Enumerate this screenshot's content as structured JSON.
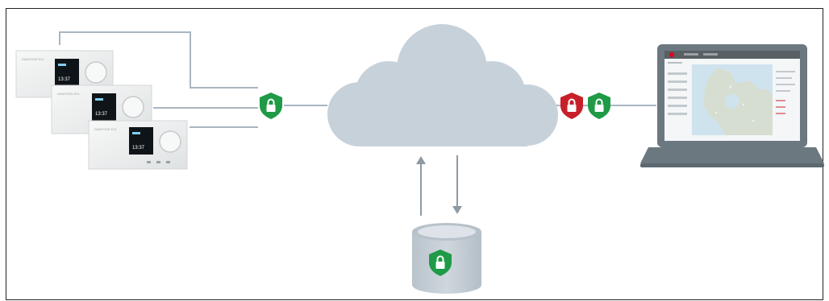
{
  "colors": {
    "frame": "#222222",
    "line": "#a9b6c1",
    "cloud": "#c7d1da",
    "cylinder": "#c3ccd4",
    "cylinder_top": "#dde3e8",
    "shield_green": "#1f9a46",
    "shield_red": "#c8202b",
    "device_body": "#f1f2f2",
    "device_face": "#e4e6e7",
    "device_screen": "#0f1418",
    "laptop_body": "#6b7880",
    "laptop_screen_bg": "#f4f6f7",
    "laptop_header": "#5a5f63",
    "map_water": "#cfe3ee",
    "map_land": "#d6ded1",
    "logo_red": "#e2001a"
  },
  "icons": {
    "shield": "lock-shield-icon",
    "cloud": "cloud-icon",
    "database": "database-icon",
    "laptop": "laptop-icon",
    "controller": "heating-controller-icon"
  },
  "devices": [
    {
      "brand": "DANFOSS ECL",
      "time": "13:37"
    },
    {
      "brand": "DANFOSS ECL",
      "time": "13:37"
    },
    {
      "brand": "DANFOSS ECL",
      "time": "13:37"
    }
  ],
  "shields": [
    {
      "id": "devices-to-cloud",
      "color": "green"
    },
    {
      "id": "cloud-to-laptop-red",
      "color": "red"
    },
    {
      "id": "cloud-to-laptop-green",
      "color": "green"
    },
    {
      "id": "database",
      "color": "green"
    }
  ]
}
